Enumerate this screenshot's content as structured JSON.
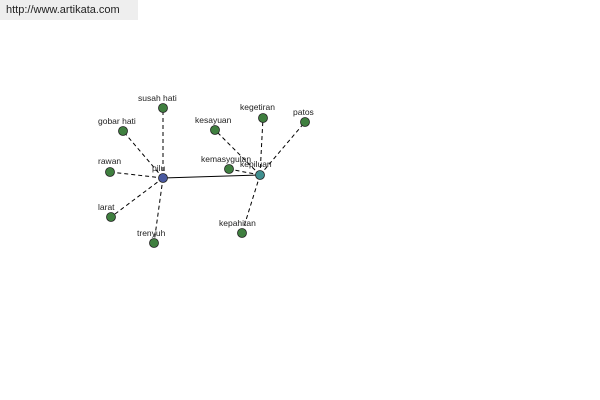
{
  "url": "http://www.artikata.com",
  "colors": {
    "leaf": "#3f7f3f",
    "hub_pilu": "#4a5aa0",
    "hub_kepiluan": "#3f8f8f"
  },
  "graph": {
    "nodes": [
      {
        "id": "pilu",
        "label": "pilu",
        "kind": "hub_pilu"
      },
      {
        "id": "kepiluan",
        "label": "kepiluan",
        "kind": "hub_kepiluan"
      },
      {
        "id": "susah_hati",
        "label": "susah hati",
        "kind": "leaf"
      },
      {
        "id": "gobar_hati",
        "label": "gobar hati",
        "kind": "leaf"
      },
      {
        "id": "rawan",
        "label": "rawan",
        "kind": "leaf"
      },
      {
        "id": "larat",
        "label": "larat",
        "kind": "leaf"
      },
      {
        "id": "trenyuh",
        "label": "trenyuh",
        "kind": "leaf"
      },
      {
        "id": "kesayuan",
        "label": "kesayuan",
        "kind": "leaf"
      },
      {
        "id": "kegetiran",
        "label": "kegetiran",
        "kind": "leaf"
      },
      {
        "id": "patos",
        "label": "patos",
        "kind": "leaf"
      },
      {
        "id": "kemasygulan",
        "label": "kemasygulan",
        "kind": "leaf"
      },
      {
        "id": "kepahitan",
        "label": "kepahitan",
        "kind": "leaf"
      }
    ],
    "edges": [
      {
        "from": "pilu",
        "to": "kepiluan",
        "style": "solid"
      },
      {
        "from": "pilu",
        "to": "susah_hati",
        "style": "dashed"
      },
      {
        "from": "pilu",
        "to": "gobar_hati",
        "style": "dashed"
      },
      {
        "from": "pilu",
        "to": "rawan",
        "style": "dashed"
      },
      {
        "from": "pilu",
        "to": "larat",
        "style": "dashed"
      },
      {
        "from": "pilu",
        "to": "trenyuh",
        "style": "dashed"
      },
      {
        "from": "kepiluan",
        "to": "kesayuan",
        "style": "dashed"
      },
      {
        "from": "kepiluan",
        "to": "kegetiran",
        "style": "dashed"
      },
      {
        "from": "kepiluan",
        "to": "patos",
        "style": "dashed"
      },
      {
        "from": "kepiluan",
        "to": "kemasygulan",
        "style": "dashed"
      },
      {
        "from": "kepiluan",
        "to": "kepahitan",
        "style": "dashed"
      }
    ]
  }
}
